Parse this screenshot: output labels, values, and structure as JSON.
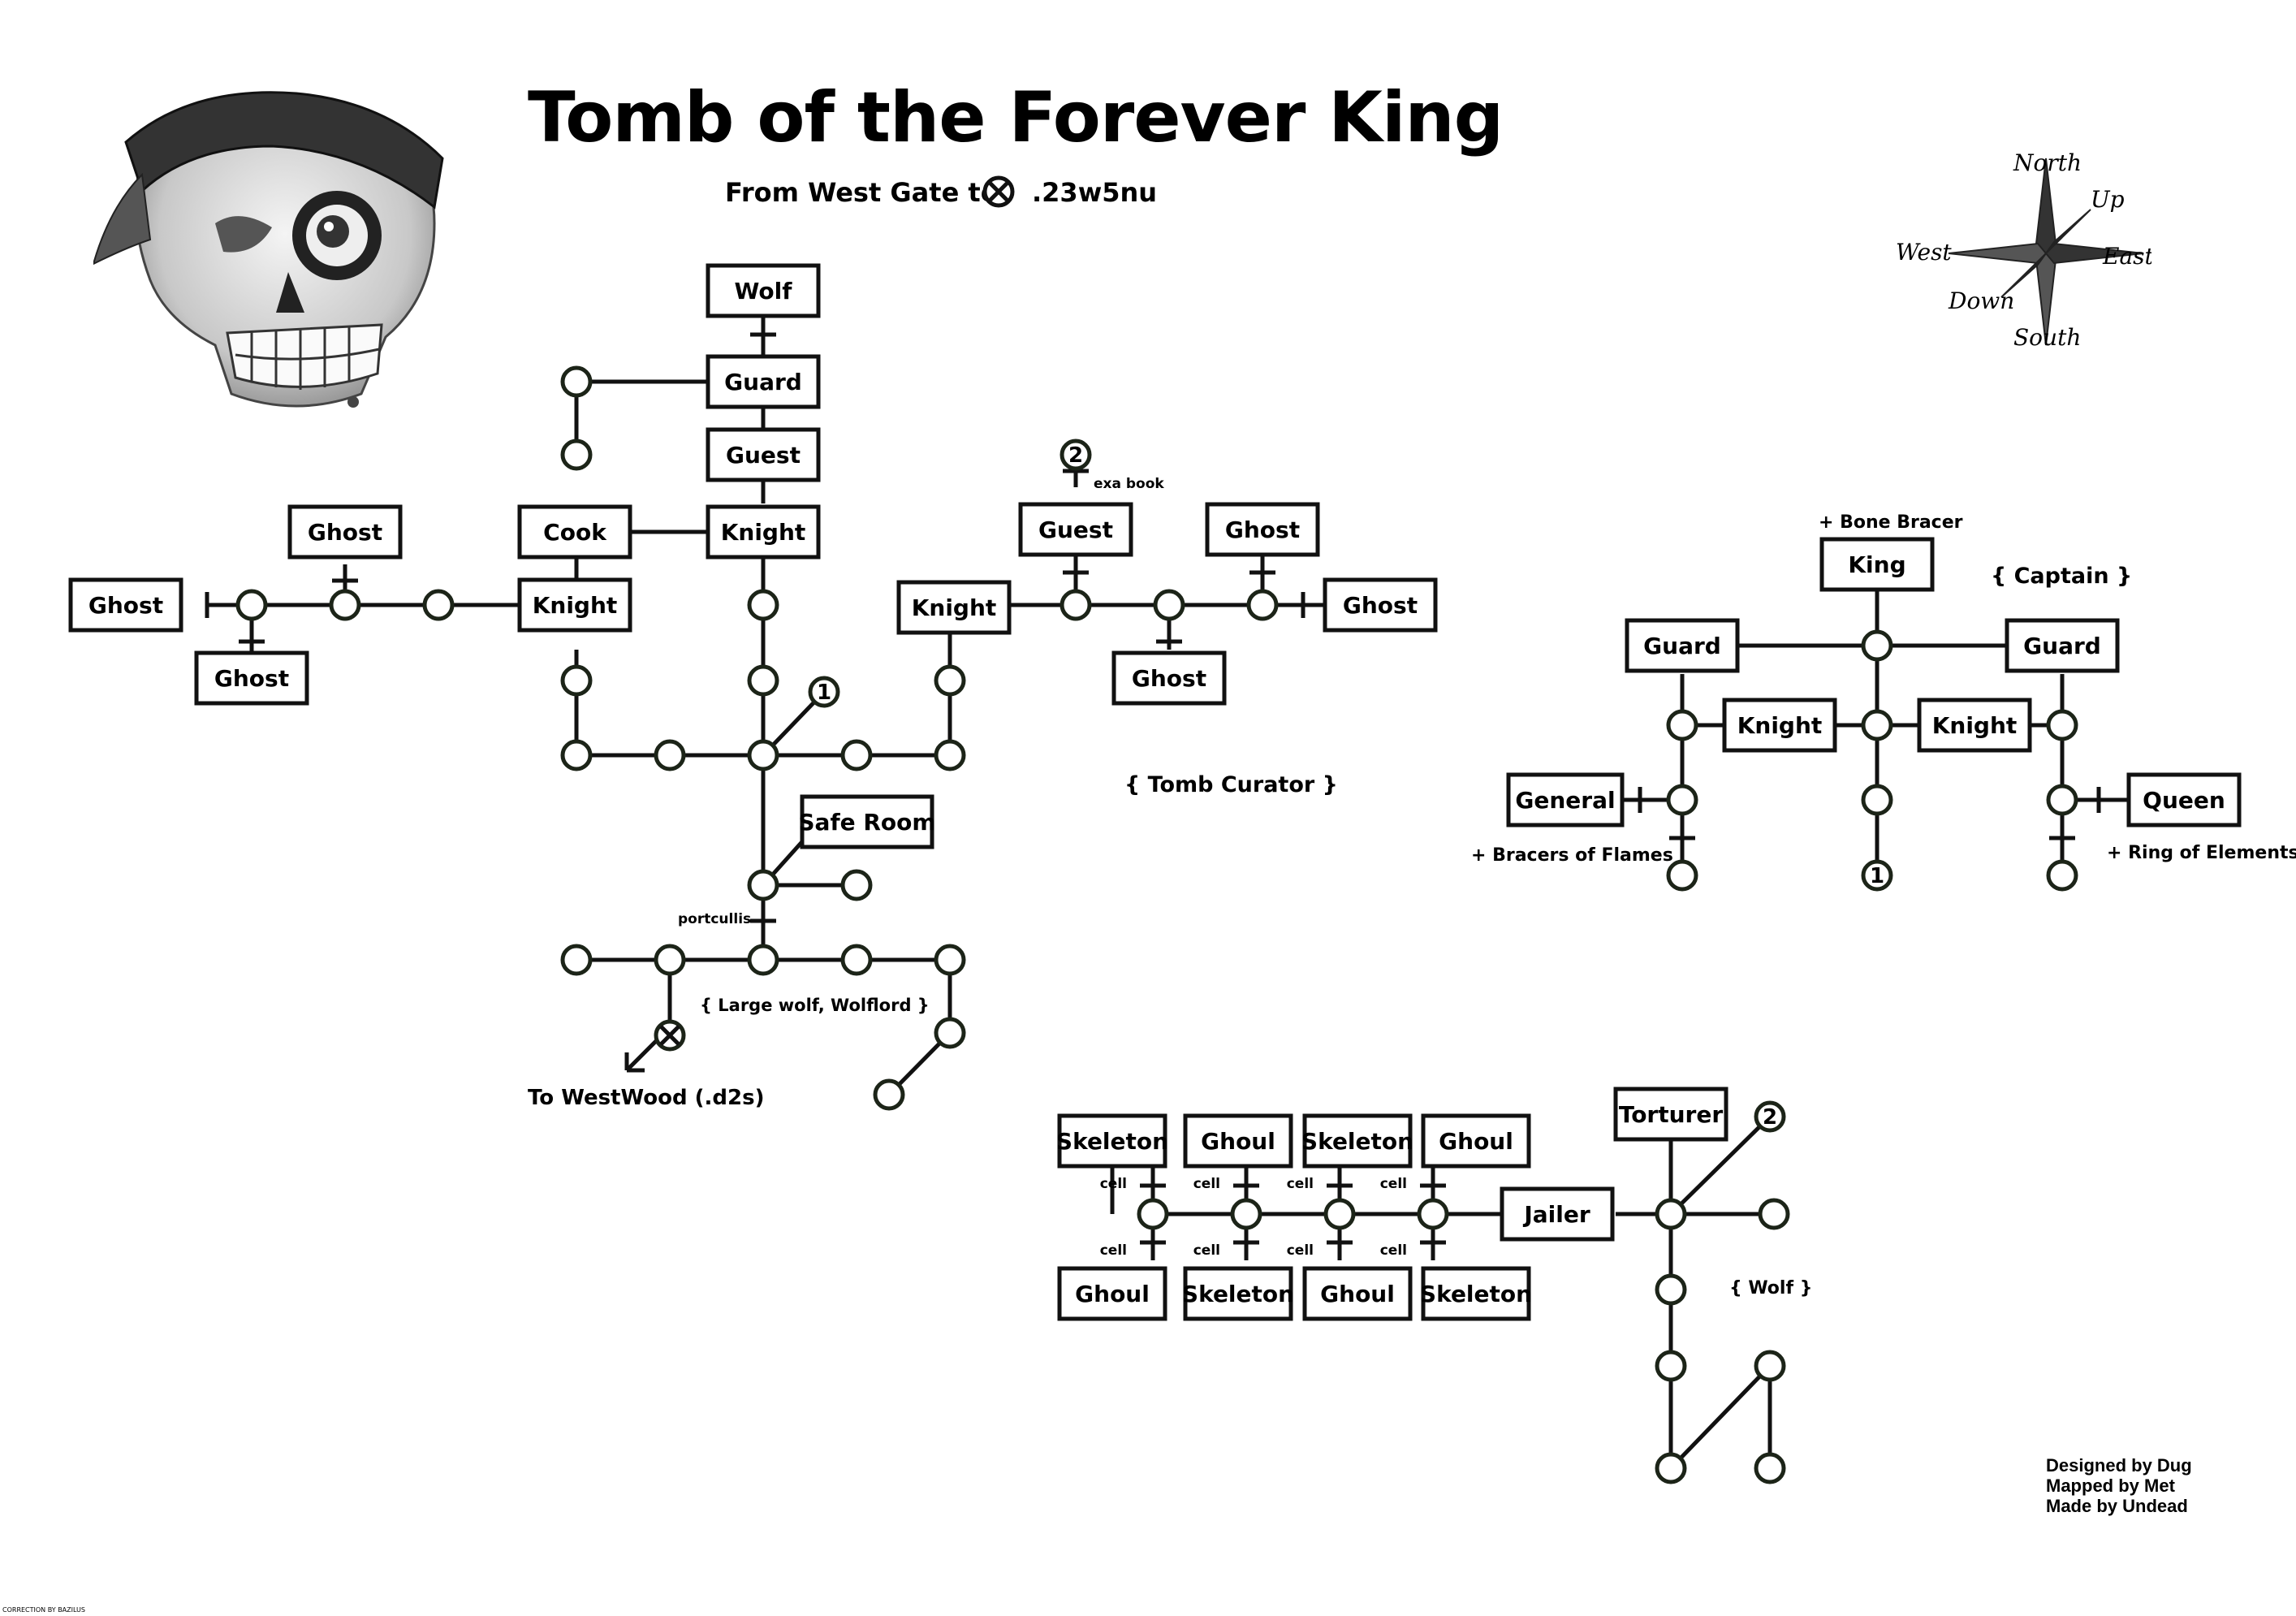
{
  "title": "Tomb of the Forever King",
  "subtitle": {
    "prefix": "From West Gate to",
    "suffix": ".23w5nu"
  },
  "compass": {
    "north": "North",
    "south": "South",
    "east": "East",
    "west": "West",
    "up": "Up",
    "down": "Down"
  },
  "credits": {
    "line1": "Designed by Dug",
    "line2": "Mapped by Met",
    "line3": "Made by Undead"
  },
  "corner_note": "CORRECTION BY BAZILUS",
  "labels": {
    "exa_book": "exa book",
    "portcullis": "portcullis",
    "to_westwood": "To WestWood (.d2s)",
    "large_wolf": "{ Large wolf, Wolflord }",
    "tomb_curator": "{ Tomb Curator }",
    "captain": "{ Captain }",
    "bone_bracer": "+ Bone Bracer",
    "bracers_of_flames": "+ Bracers of Flames",
    "ring_of_elements": "+ Ring of Elements",
    "wolf_note": "{ Wolf }",
    "cell": "cell",
    "marker1": "1",
    "marker2": "2"
  },
  "rooms": {
    "wolf": "Wolf",
    "guard_top": "Guard",
    "guest_top": "Guest",
    "cook": "Cook",
    "knight_center": "Knight",
    "ghost_upper_left": "Ghost",
    "ghost_far_left": "Ghost",
    "ghost_lower_left": "Ghost",
    "knight_left": "Knight",
    "guest_right": "Guest",
    "ghost_upper_right": "Ghost",
    "knight_right": "Knight",
    "ghost_far_right": "Ghost",
    "ghost_lower_right": "Ghost",
    "safe_room": "Safe Room",
    "king": "King",
    "guard_king_left": "Guard",
    "guard_king_right": "Guard",
    "knight_king_left": "Knight",
    "knight_king_right": "Knight",
    "general": "General",
    "queen": "Queen",
    "skeleton_1": "Skeleton",
    "ghoul_2": "Ghoul",
    "skeleton_3": "Skeleton",
    "ghoul_4": "Ghoul",
    "ghoul_5": "Ghoul",
    "skeleton_6": "Skeleton",
    "ghoul_7": "Ghoul",
    "skeleton_8": "Skeleton",
    "jailer": "Jailer",
    "torturer": "Torturer"
  },
  "colors": {
    "ink": "#111111",
    "circle_stroke": "#1c2418",
    "background": "#ffffff"
  }
}
